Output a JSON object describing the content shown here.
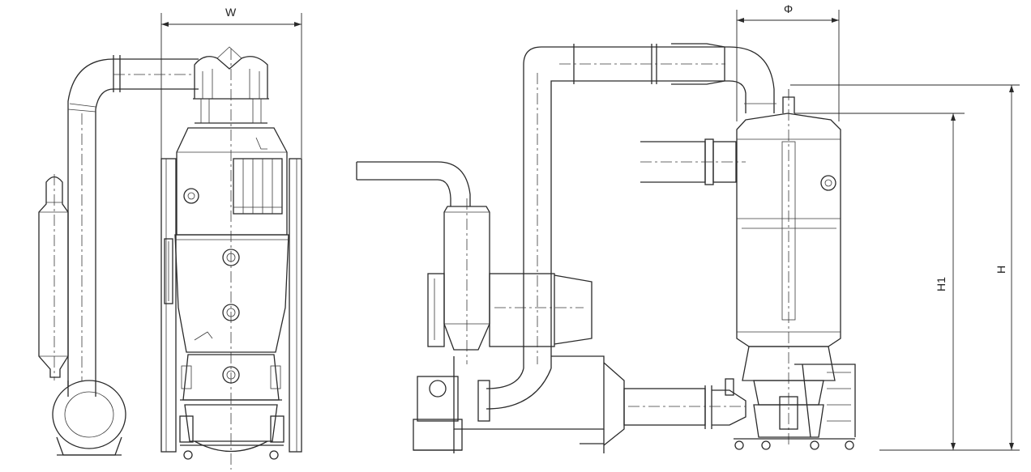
{
  "labels": {
    "width": "W",
    "diameter": "Φ",
    "height_1": "H1",
    "height": "H"
  },
  "colors": {
    "line": "#2a2a2a",
    "background": "#ffffff"
  }
}
